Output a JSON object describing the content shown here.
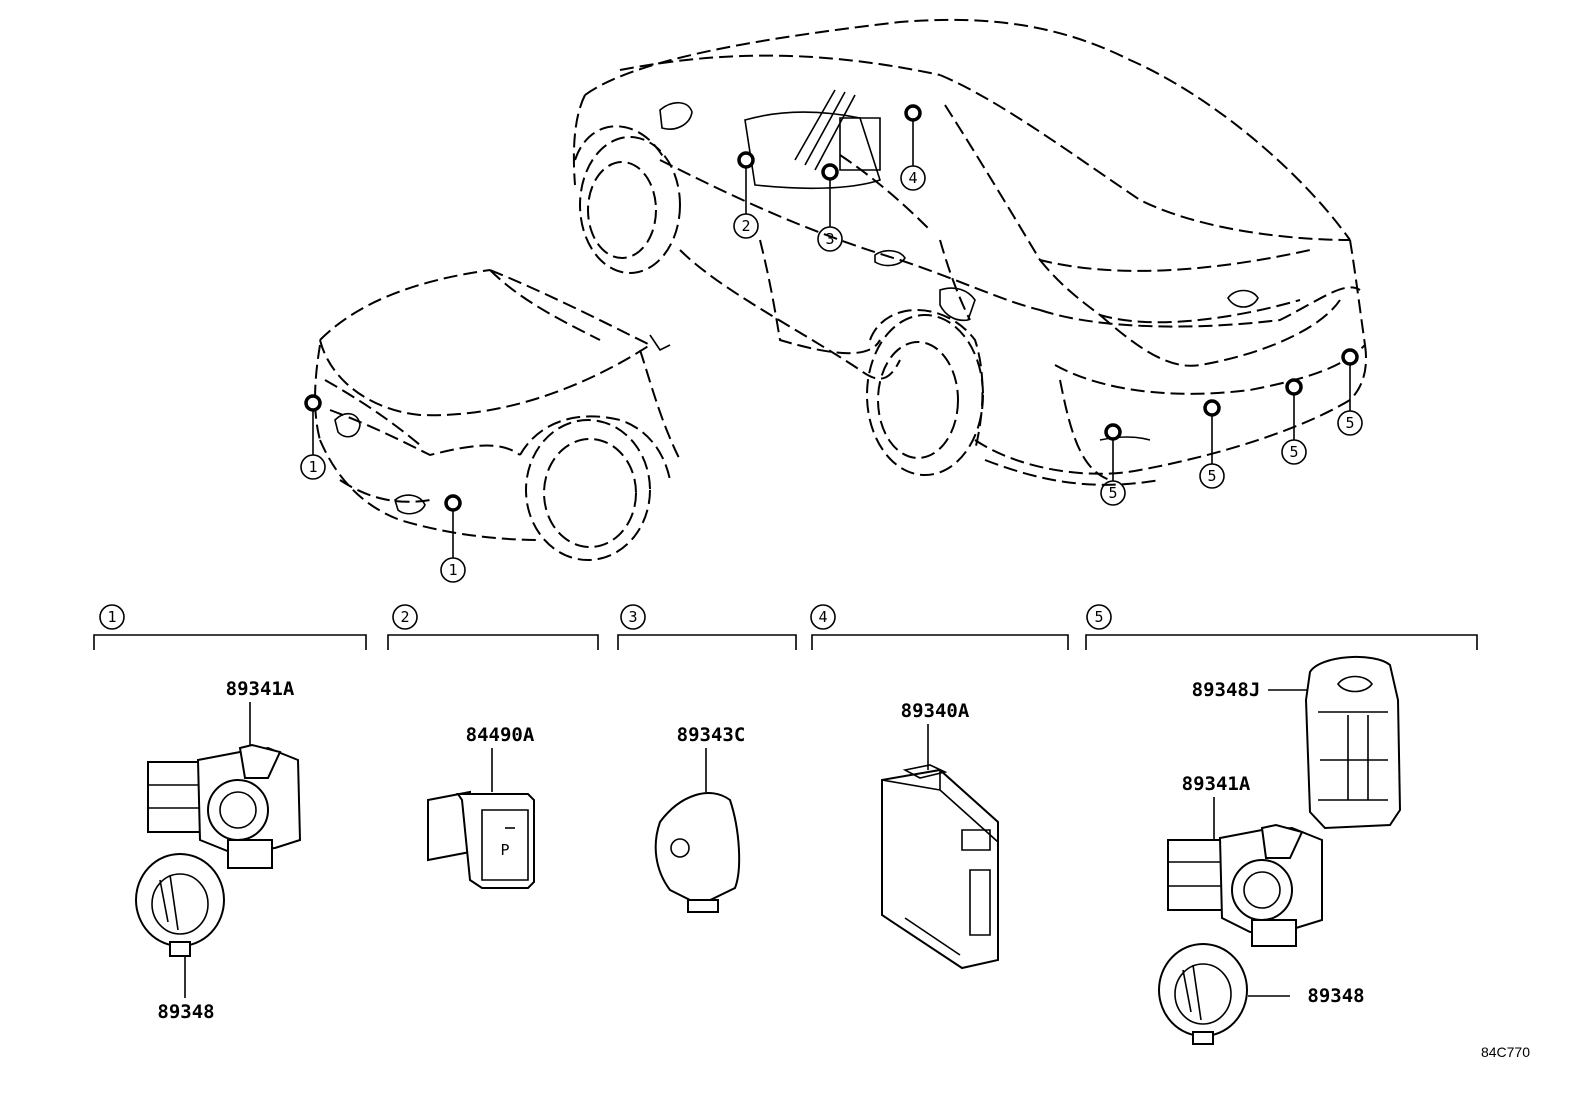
{
  "diagram": {
    "callouts": {
      "c1": "1",
      "c2": "2",
      "c3": "3",
      "c4": "4",
      "c5": "5"
    },
    "groups": [
      {
        "number": "1",
        "parts": [
          "89341A",
          "89348"
        ]
      },
      {
        "number": "2",
        "parts": [
          "84490A"
        ]
      },
      {
        "number": "3",
        "parts": [
          "89343C"
        ]
      },
      {
        "number": "4",
        "parts": [
          "89340A"
        ]
      },
      {
        "number": "5",
        "parts": [
          "89348J",
          "89341A",
          "89348"
        ]
      }
    ],
    "switch_icon_text": "P",
    "figure_id": "84C770"
  }
}
